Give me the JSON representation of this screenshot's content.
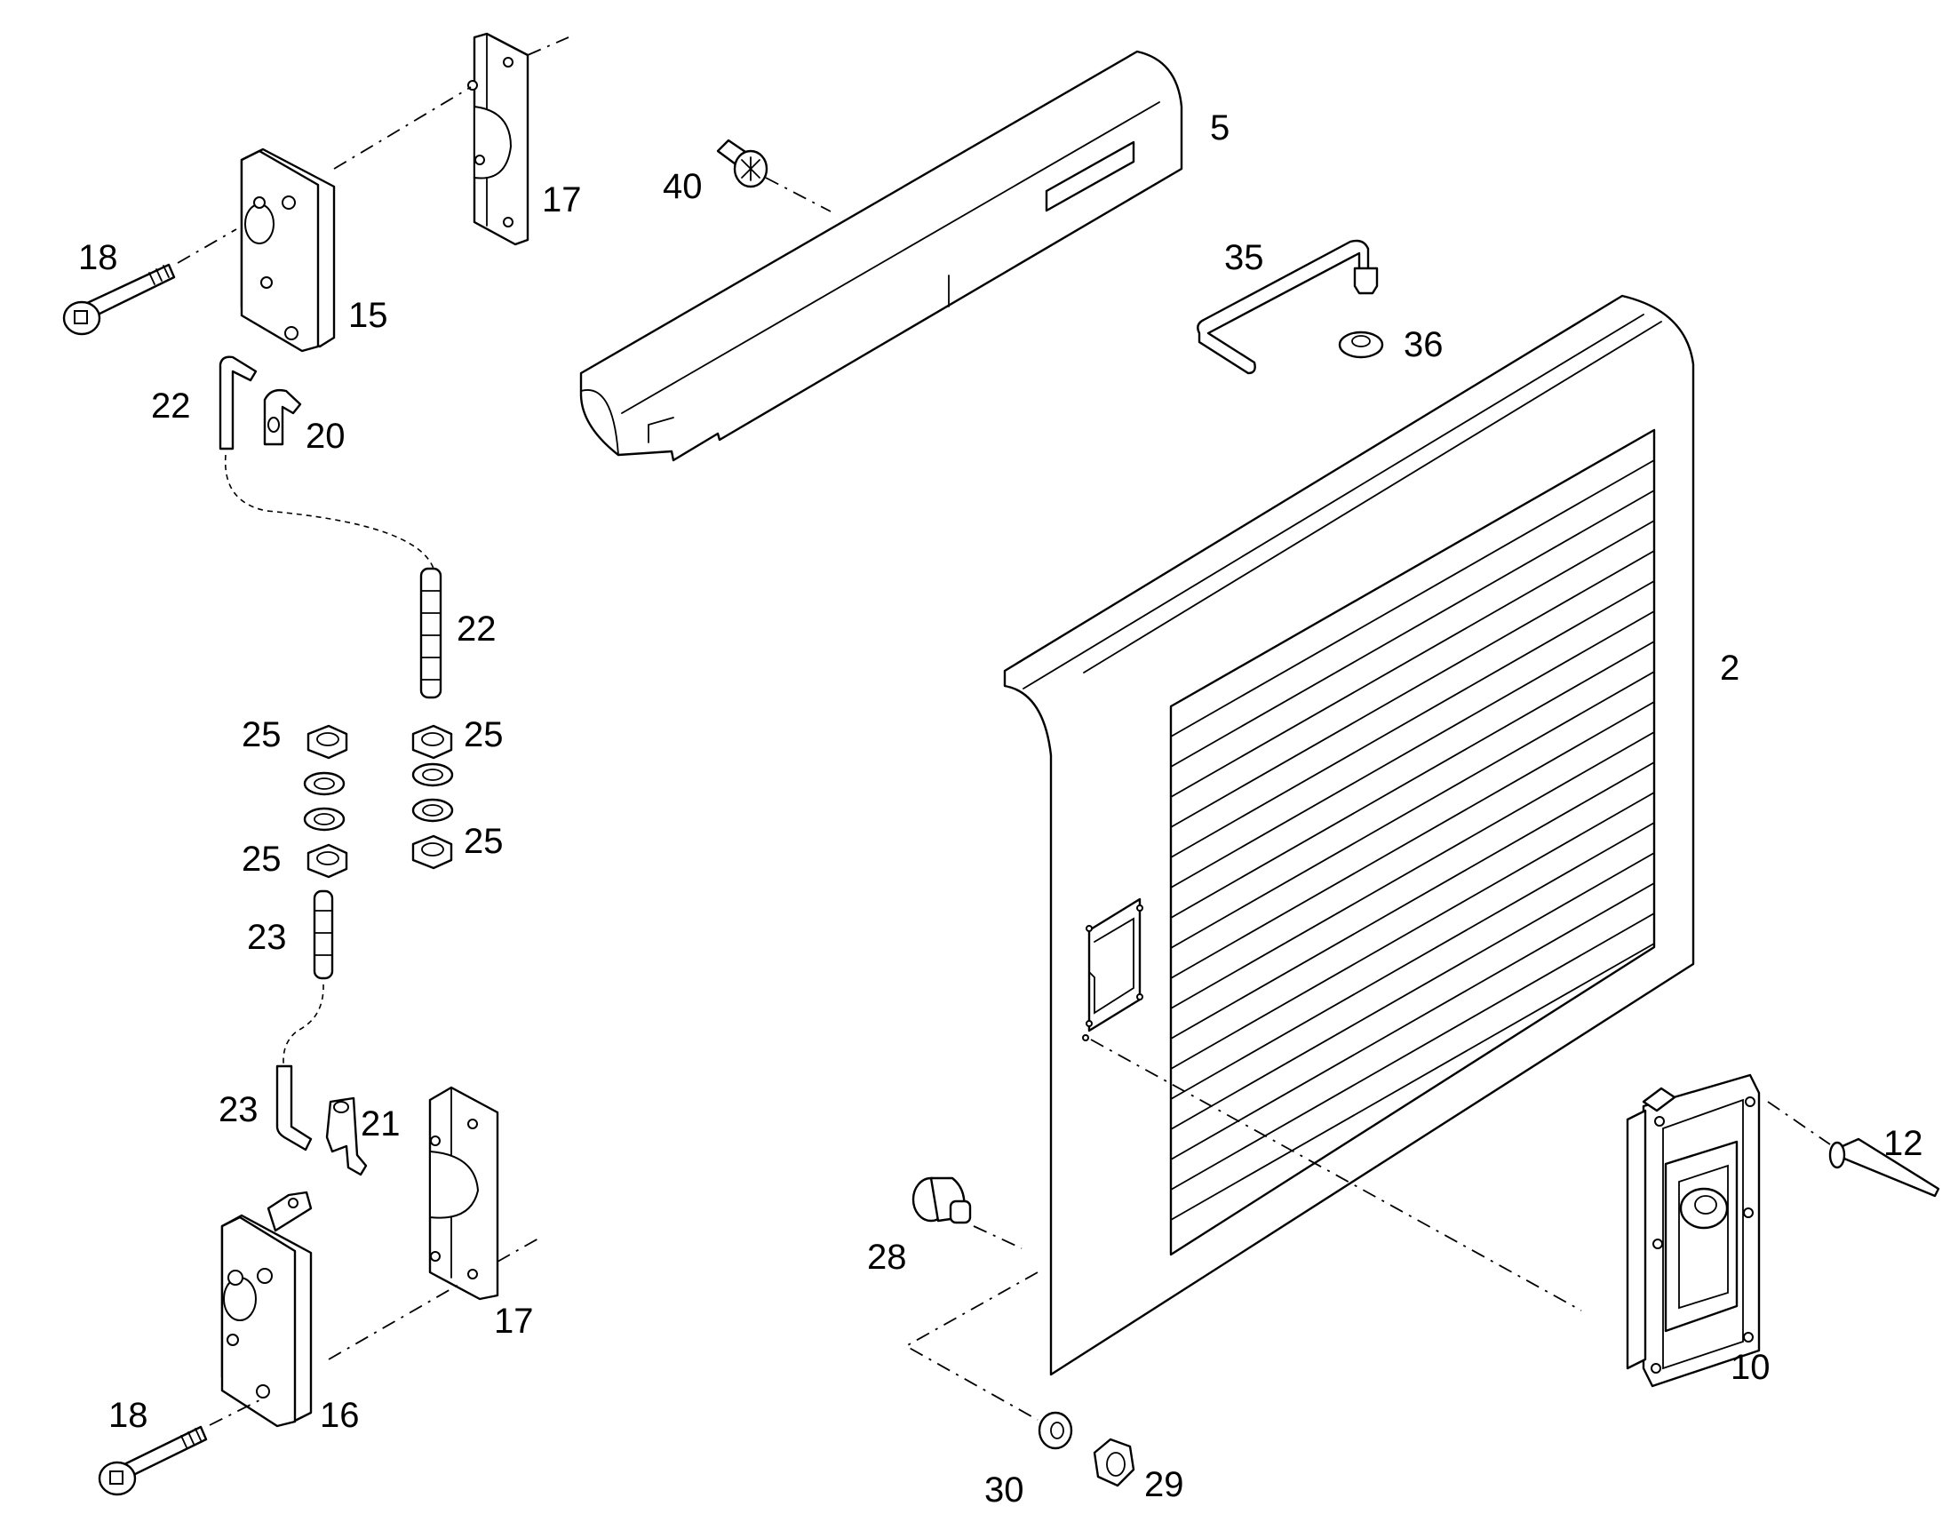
{
  "diagram": {
    "callouts": [
      {
        "id": "c5",
        "text": "5"
      },
      {
        "id": "c17a",
        "text": "17"
      },
      {
        "id": "c40",
        "text": "40"
      },
      {
        "id": "c18a",
        "text": "18"
      },
      {
        "id": "c15",
        "text": "15"
      },
      {
        "id": "c35",
        "text": "35"
      },
      {
        "id": "c36",
        "text": "36"
      },
      {
        "id": "c22a",
        "text": "22"
      },
      {
        "id": "c20",
        "text": "20"
      },
      {
        "id": "c22b",
        "text": "22"
      },
      {
        "id": "c2",
        "text": "2"
      },
      {
        "id": "c25a",
        "text": "25"
      },
      {
        "id": "c25b",
        "text": "25"
      },
      {
        "id": "c25c",
        "text": "25"
      },
      {
        "id": "c25d",
        "text": "25"
      },
      {
        "id": "c23a",
        "text": "23"
      },
      {
        "id": "c23b",
        "text": "23"
      },
      {
        "id": "c21",
        "text": "21"
      },
      {
        "id": "c12",
        "text": "12"
      },
      {
        "id": "c28",
        "text": "28"
      },
      {
        "id": "c17b",
        "text": "17"
      },
      {
        "id": "c10",
        "text": "10"
      },
      {
        "id": "c18b",
        "text": "18"
      },
      {
        "id": "c16",
        "text": "16"
      },
      {
        "id": "c30",
        "text": "30"
      },
      {
        "id": "c29",
        "text": "29"
      }
    ]
  }
}
